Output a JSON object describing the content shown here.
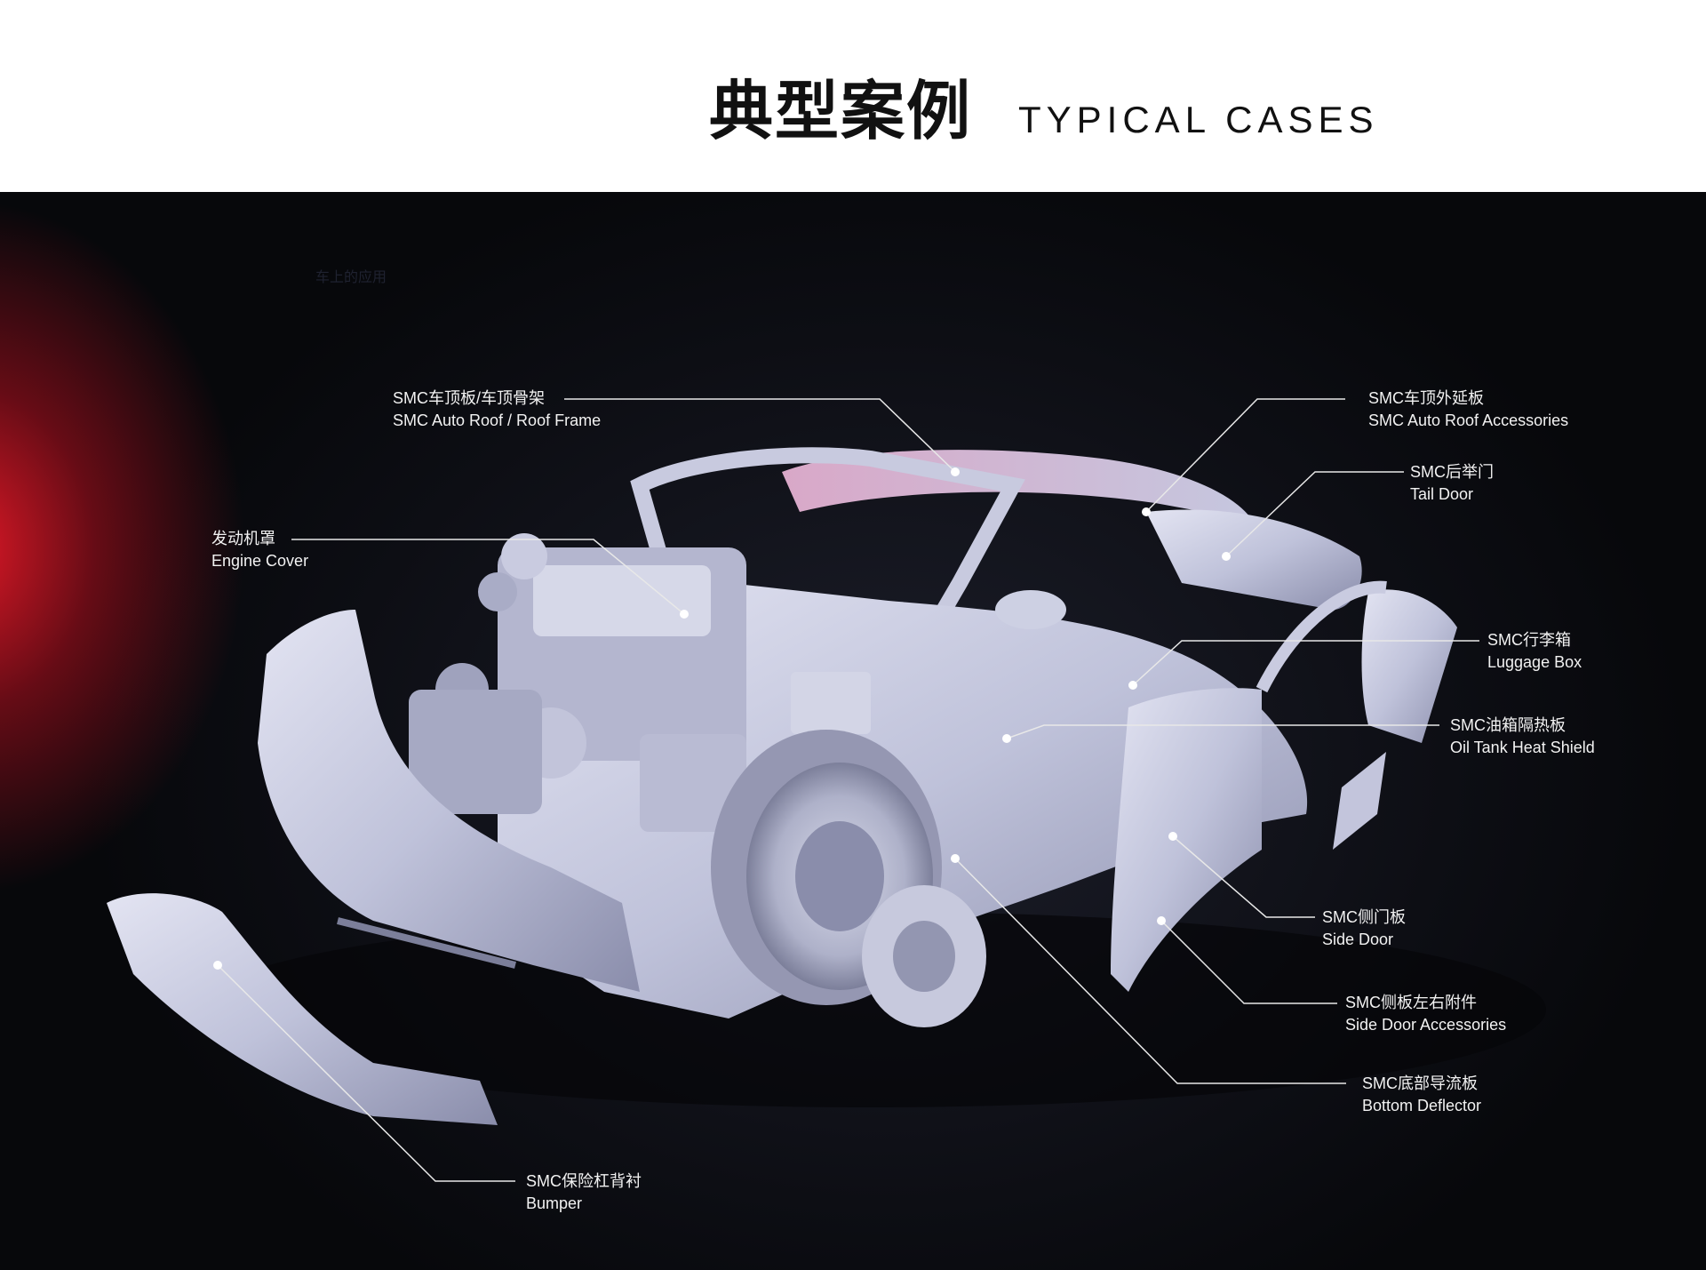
{
  "header": {
    "title_zh": "典型案例",
    "title_en": "TYPICAL CASES"
  },
  "stage": {
    "sub_label": "车上的应用"
  },
  "callouts": {
    "roof": {
      "zh": "SMC车顶板/车顶骨架",
      "en": "SMC Auto Roof / Roof Frame"
    },
    "roof_acc": {
      "zh": "SMC车顶外延板",
      "en": "SMC Auto Roof Accessories"
    },
    "tail_door": {
      "zh": "SMC后举门",
      "en": "Tail Door"
    },
    "engine_cover": {
      "zh": "发动机罩",
      "en": "Engine Cover"
    },
    "luggage": {
      "zh": "SMC行李箱",
      "en": "Luggage Box"
    },
    "oil_tank": {
      "zh": "SMC油箱隔热板",
      "en": "Oil Tank Heat Shield"
    },
    "side_door": {
      "zh": "SMC侧门板",
      "en": "Side Door"
    },
    "side_door_acc": {
      "zh": "SMC侧板左右附件",
      "en": "Side Door Accessories"
    },
    "bottom": {
      "zh": "SMC底部导流板",
      "en": "Bottom Deflector"
    },
    "bumper": {
      "zh": "SMC保险杠背衬",
      "en": "Bumper"
    }
  },
  "colors": {
    "background_dark": "#0d0e14",
    "accent_red": "#e61a28",
    "car_body": "#c9cbe0",
    "text_light": "#f2f2f2"
  }
}
